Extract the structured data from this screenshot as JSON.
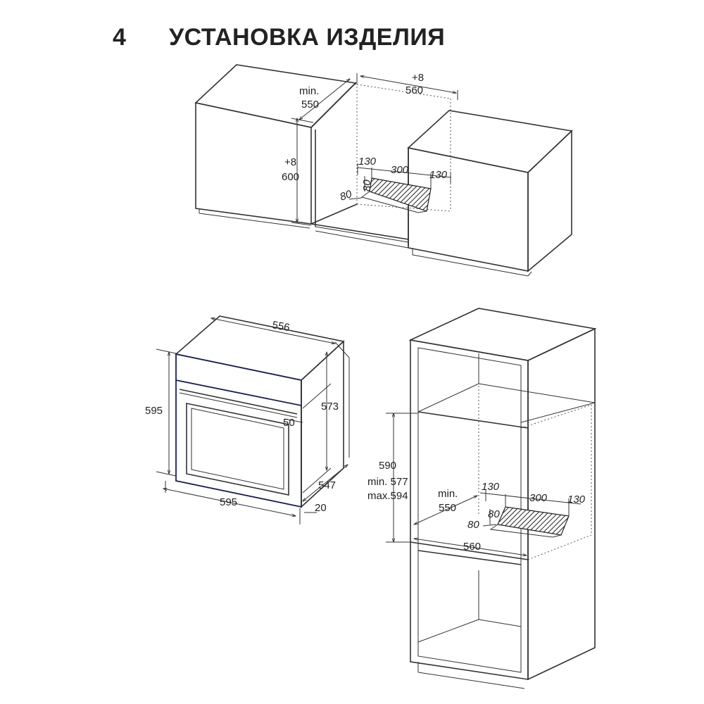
{
  "header": {
    "section_number": "4",
    "section_title": "УСТАНОВКА ИЗДЕЛИЯ"
  },
  "top_cabinet": {
    "depth_min_label": "min.",
    "depth_min_value": "550",
    "width_tol": "+8",
    "width_value": "560",
    "height_tol": "+8",
    "height_value": "600",
    "vent_side_left": "130",
    "vent_center": "300",
    "vent_side_right": "130",
    "vent_height": "80",
    "vent_depth": "80"
  },
  "oven": {
    "top_depth": "556",
    "front_height": "595",
    "body_height": "573",
    "panel_offset": "50",
    "body_depth": "547",
    "front_width": "595",
    "door_thickness": "20"
  },
  "column_cabinet": {
    "niche_height": "590",
    "niche_min": "min. 577",
    "niche_max": "max.594",
    "depth_min_label": "min.",
    "depth_min_value": "550",
    "vent_side_left": "130",
    "vent_center": "300",
    "vent_side_right": "130",
    "vent_height": "80",
    "vent_depth": "80",
    "niche_width": "560"
  }
}
